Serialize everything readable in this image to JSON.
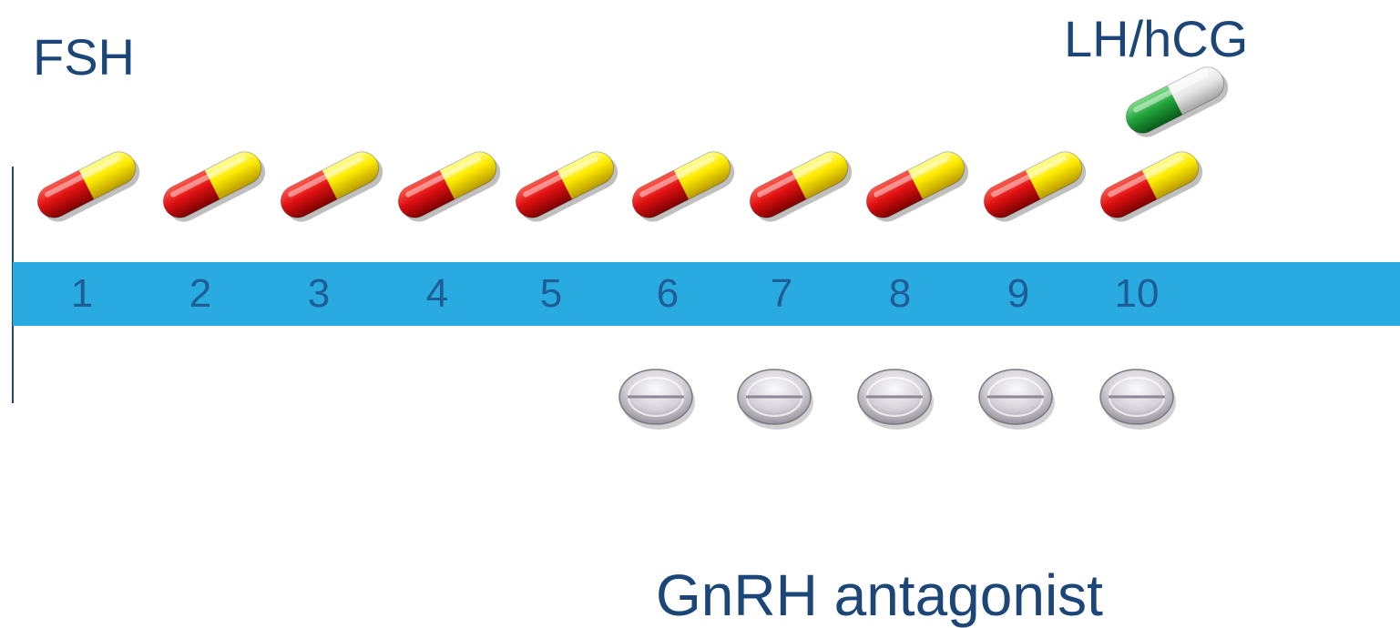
{
  "title_fsh": "FSH",
  "title_lh": "LH/hCG",
  "title_gnrh": "GnRH antagonist",
  "days": [
    "1",
    "2",
    "3",
    "4",
    "5",
    "6",
    "7",
    "8",
    "9",
    "10"
  ],
  "fsh_days": [
    1,
    2,
    3,
    4,
    5,
    6,
    7,
    8,
    9,
    10
  ],
  "lh_days": [
    10
  ],
  "gnrh_days": [
    6,
    7,
    8,
    9,
    10
  ],
  "colors": {
    "timeline_band": "#29abe2",
    "text_dark_blue": "#1b4677",
    "day_number_blue": "#1f5d95",
    "capsule_red": "#d90000",
    "capsule_yellow": "#ffe600",
    "capsule_green": "#22a336",
    "capsule_white": "#e8e8e8",
    "tablet_gray": "#c9c6cc"
  }
}
